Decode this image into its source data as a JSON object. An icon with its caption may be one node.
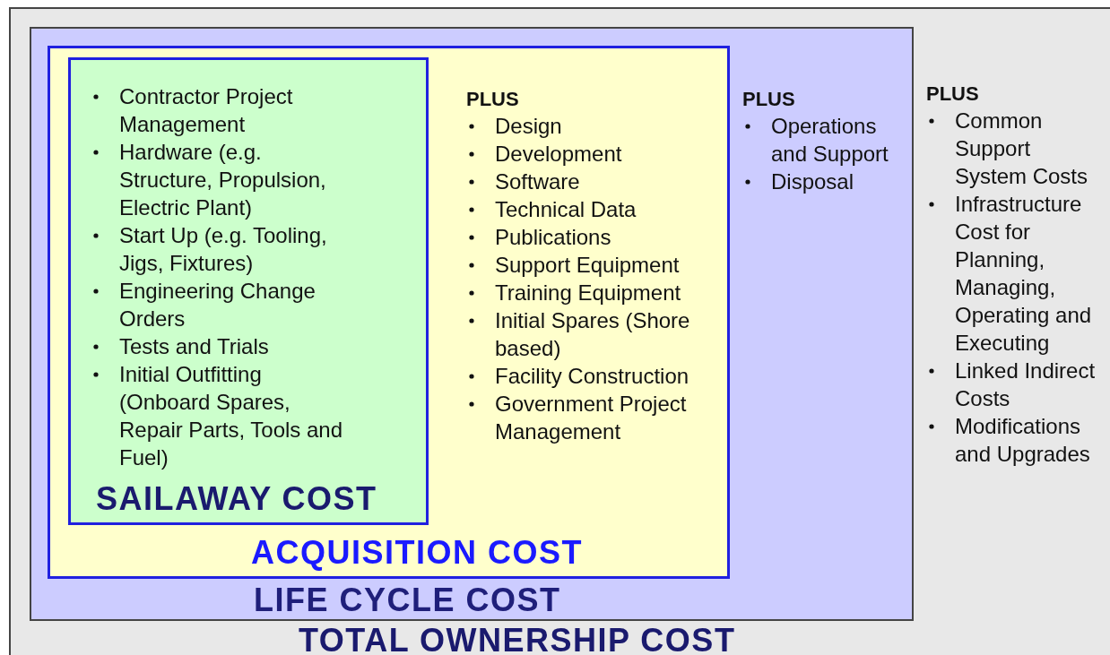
{
  "diagram": {
    "nodes": [
      {
        "text": [
          "PLUS",
          "Common Support System Costs",
          "Infrastructure Cost for Planning, Managing, Operating and Executing",
          "Linked Indirect Costs",
          "Modifications and Upgrades",
          "TOTAL OWNERSHIP COST"
        ]
      },
      {
        "text": [
          "PLUS",
          "Operations and Support",
          "Disposal",
          "LIFE CYCLE COST"
        ],
        "in": 0
      },
      {
        "text": [
          "PLUS",
          "Design",
          "Development",
          "Software",
          "Technical Data",
          "Publications",
          "Support Equipment",
          "Training Equipment",
          "Initial Spares (Shore based)",
          "Facility Construction",
          "Government Project Management",
          "ACQUISITION COST"
        ],
        "in": 1
      },
      {
        "text": [
          "Contractor Project Management",
          "Hardware (e.g. Structure, Propulsion, Electric Plant)",
          "Start Up (e.g. Tooling, Jigs, Fixtures)",
          "Engineering Change Orders",
          "Tests and Trials",
          "Initial Outfitting (Onboard Spares, Repair Parts, Tools and Fuel)",
          "SAILAWAY COST"
        ],
        "in": 2
      }
    ]
  }
}
